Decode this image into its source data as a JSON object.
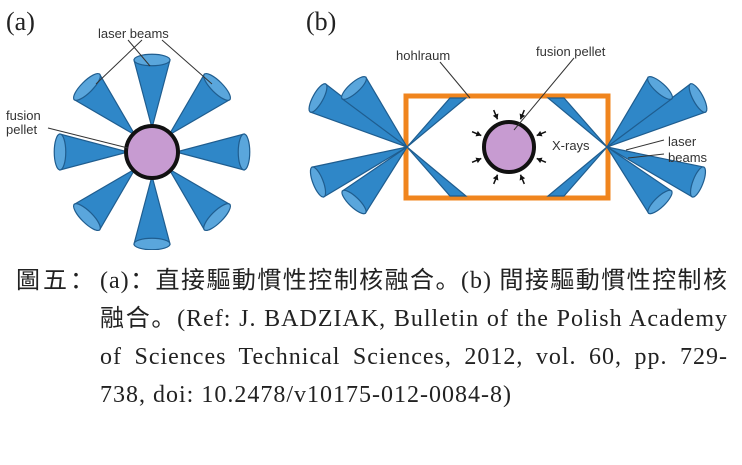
{
  "figure": {
    "panel_a": {
      "label": "(a)",
      "beams_label": "laser beams",
      "pellet_label_line1": "fusion",
      "pellet_label_line2": "pellet"
    },
    "panel_b": {
      "label": "(b)",
      "hohlraum_label": "hohlraum",
      "pellet_label": "fusion pellet",
      "xrays_label": "X-rays",
      "beams_label_line1": "laser",
      "beams_label_line2": "beams"
    },
    "colors": {
      "beam": "#2f87c8",
      "pellet": "#c79bd1",
      "hohlraum": "#f0851e"
    }
  },
  "caption": {
    "label": "圖五：",
    "text": "(a)：直接驅動慣性控制核融合。(b) 間接驅動慣性控制核融合。(Ref: J. BADZIAK, Bulletin of the Polish Academy of Sciences Technical Sciences, 2012, vol. 60, pp. 729-738, doi: 10.2478/v10175-012-0084-8)"
  }
}
